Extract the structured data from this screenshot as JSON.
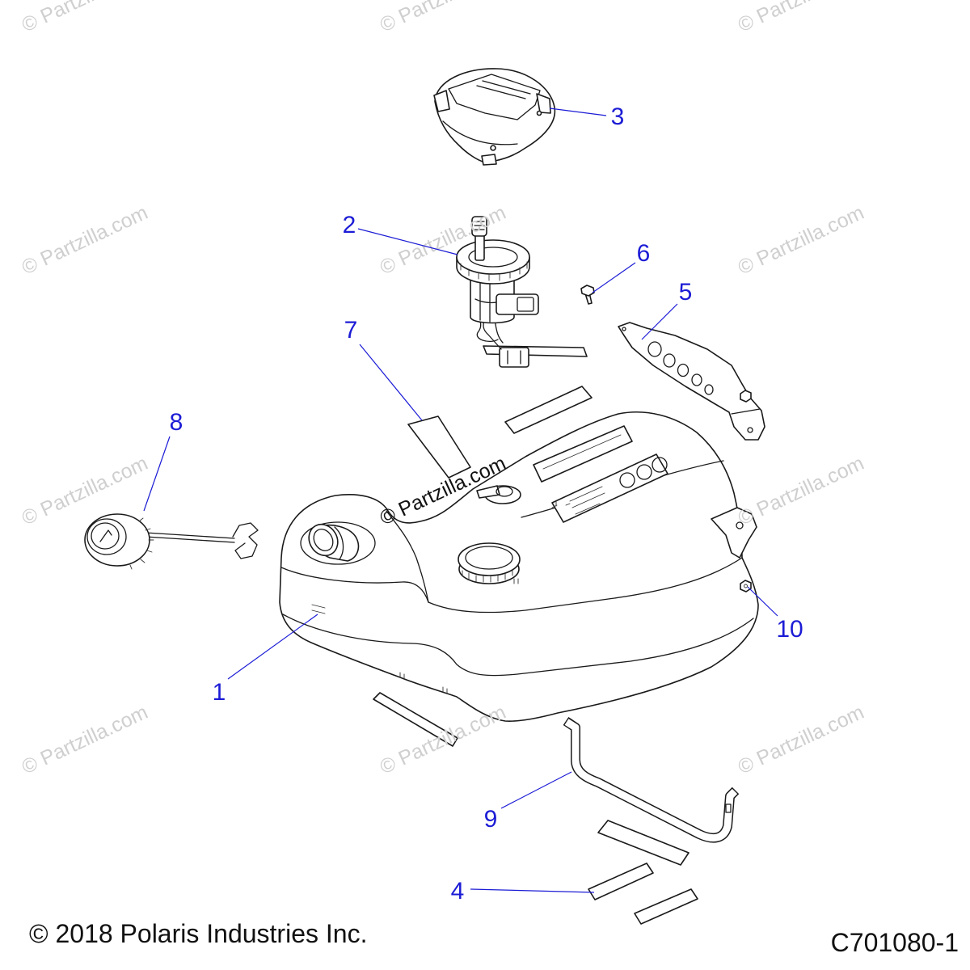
{
  "callouts": {
    "c1": "1",
    "c2": "2",
    "c3": "3",
    "c4": "4",
    "c5": "5",
    "c6": "6",
    "c7": "7",
    "c8": "8",
    "c9": "9",
    "c10": "10"
  },
  "watermark": {
    "text": "© Partzilla.com"
  },
  "footer": {
    "copyright": "© 2018 Polaris Industries Inc.",
    "diagram_code": "C701080-1"
  },
  "colors": {
    "callout": "#1c1cd6",
    "watermark": "#cfcfcf",
    "watermark_center": "#111111"
  }
}
